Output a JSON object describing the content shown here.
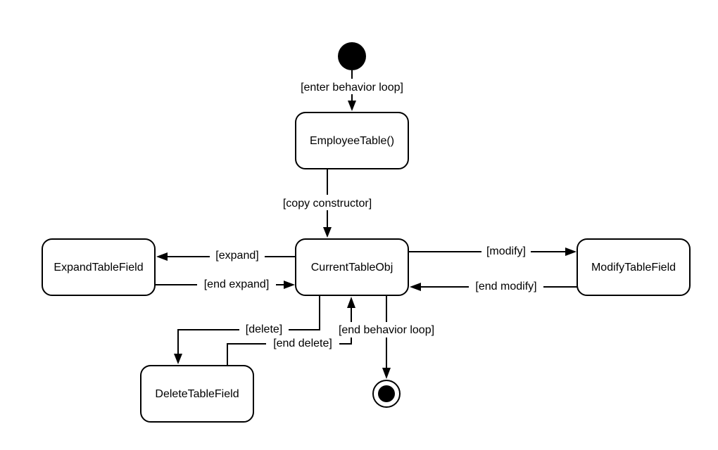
{
  "diagram": {
    "states": {
      "employee_table": "EmployeeTable()",
      "current_table_obj": "CurrentTableObj",
      "expand_table_field": "ExpandTableField",
      "modify_table_field": "ModifyTableField",
      "delete_table_field": "DeleteTableField"
    },
    "transitions": {
      "enter_behavior_loop": "[enter behavior loop]",
      "copy_constructor": "[copy constructor]",
      "expand": "[expand]",
      "end_expand": "[end expand]",
      "modify": "[modify]",
      "end_modify": "[end modify]",
      "delete": "[delete]",
      "end_delete": "[end delete]",
      "end_behavior_loop": "[end behavior loop]"
    }
  }
}
